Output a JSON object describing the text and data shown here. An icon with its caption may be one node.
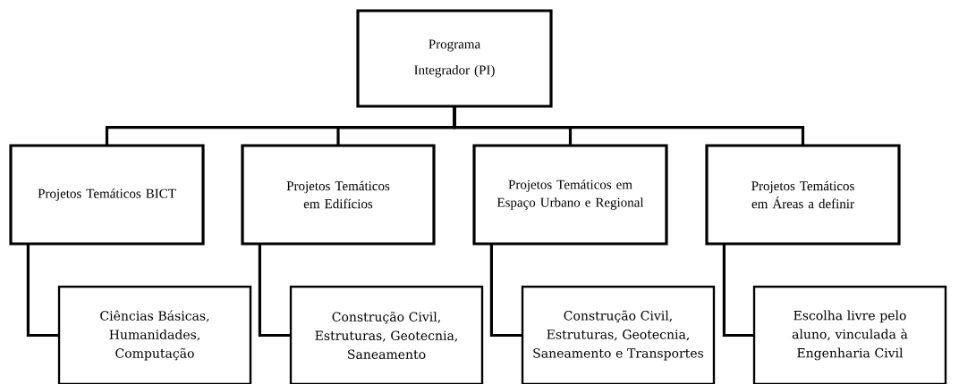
{
  "diagram": {
    "nodes": [
      {
        "text": [
          "Programa Integrador (PI)"
        ]
      },
      {
        "text": [
          "Projetos Temáticos BICT"
        ]
      },
      {
        "text": [
          "Projetos Temáticos em Edifícios"
        ]
      },
      {
        "text": [
          "Projetos Temáticos em Espaço Urbano e Regional"
        ]
      },
      {
        "text": [
          "Projetos Temáticos em Áreas a definir"
        ]
      },
      {
        "text": [
          "Ciências Básicas, Humanidades, Computação"
        ]
      },
      {
        "text": [
          "Construção Civil, Estruturas, Geotecnia, Saneamento"
        ]
      },
      {
        "text": [
          "Construção Civil, Estruturas, Geotecnia, Saneamento e Transportes"
        ]
      },
      {
        "text": [
          "Escolha livre pelo aluno, vinculada à Engenharia Civil"
        ]
      }
    ],
    "edges": [
      {
        "from": 0,
        "to": 1,
        "arrow": "none"
      },
      {
        "from": 0,
        "to": 2,
        "arrow": "none"
      },
      {
        "from": 0,
        "to": 3,
        "arrow": "none"
      },
      {
        "from": 0,
        "to": 4,
        "arrow": "none"
      },
      {
        "from": 1,
        "to": 5,
        "arrow": "none"
      },
      {
        "from": 2,
        "to": 6,
        "arrow": "none"
      },
      {
        "from": 3,
        "to": 7,
        "arrow": "none"
      },
      {
        "from": 4,
        "to": 8,
        "arrow": "none"
      }
    ]
  }
}
